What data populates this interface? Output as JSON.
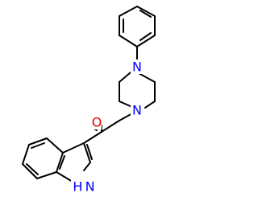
{
  "molecule": {
    "atoms": {
      "carbonyl_oxygen": "O",
      "piperazine_n_top": "N",
      "piperazine_n_bottom": "N",
      "indole_nh": "H N"
    },
    "colors": {
      "oxygen": "#e00000",
      "nitrogen": "#0000ff",
      "bond": "#000000"
    }
  }
}
